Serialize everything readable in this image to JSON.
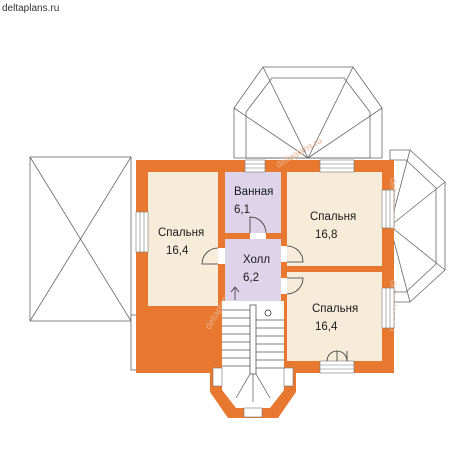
{
  "watermark": "deltaplans.ru",
  "colors": {
    "wall": "#e8782f",
    "room": "#f7ecd9",
    "hall": "#ddd4ea",
    "roof_line": "#666666"
  },
  "rooms": {
    "bedroom_left": {
      "name": "Спальня",
      "area": "16,4"
    },
    "bathroom": {
      "name": "Ванная",
      "area": "6,1"
    },
    "bedroom_top": {
      "name": "Спальня",
      "area": "16,8"
    },
    "hall": {
      "name": "Холл",
      "area": "6,2"
    },
    "bedroom_bottom": {
      "name": "Спальня",
      "area": "16,4"
    }
  }
}
